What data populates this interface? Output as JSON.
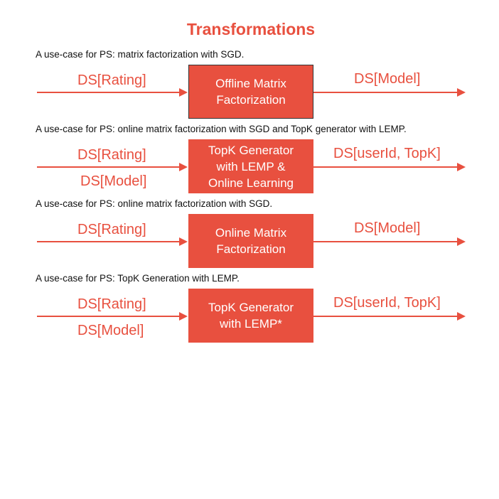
{
  "title": "Transformations",
  "colors": {
    "accent": "#e8503f",
    "text": "#111111"
  },
  "rows": [
    {
      "caption": "A use-case for PS: matrix factorization with SGD.",
      "inputs": [
        "DS[Rating]"
      ],
      "box_lines": [
        "Offline Matrix",
        "Factorization"
      ],
      "output": "DS[Model]"
    },
    {
      "caption": "A use-case for PS: online matrix factorization with SGD and TopK generator with LEMP.",
      "inputs": [
        "DS[Rating]",
        "DS[Model]"
      ],
      "box_lines": [
        "TopK Generator",
        "with LEMP &",
        "Online Learning"
      ],
      "output": "DS[userId, TopK]"
    },
    {
      "caption": "A use-case for PS: online matrix factorization with SGD.",
      "inputs": [
        "DS[Rating]"
      ],
      "box_lines": [
        "Online Matrix",
        "Factorization"
      ],
      "output": "DS[Model]"
    },
    {
      "caption": "A use-case for PS: TopK Generation with LEMP.",
      "inputs": [
        "DS[Rating]",
        "DS[Model]"
      ],
      "box_lines": [
        "TopK Generator",
        "with LEMP*"
      ],
      "output": "DS[userId, TopK]"
    }
  ]
}
